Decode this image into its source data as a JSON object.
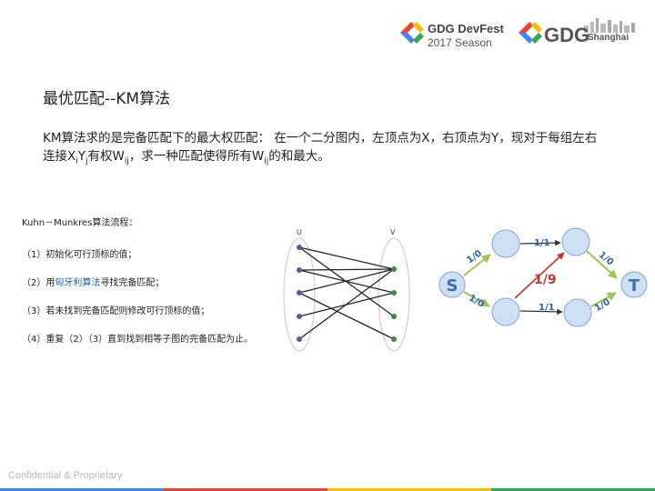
{
  "header": {
    "logo1_line1": "GDG DevFest",
    "logo1_line2": "2017 Season",
    "logo2_main": "GDG",
    "logo2_city": "Shanghai"
  },
  "slide": {
    "title": "最优匹配--KM算法",
    "desc_part1": "KM算法求的是完备匹配下的最大权匹配：  在一个二分图内，左顶点为X，右顶点为Y，现对于每组左右连接",
    "desc_x": "X",
    "desc_i": "i",
    "desc_y": "Y",
    "desc_j": "j",
    "desc_part2": "有权W",
    "desc_ij": "ij",
    "desc_part3": "，求一种匹配使得所有W",
    "desc_ij2": "ij",
    "desc_part4": "的和最大。"
  },
  "steps": {
    "heading": "Kuhn－Munkres算法流程：",
    "s1": "（1）初始化可行顶标的值；",
    "s2_pre": "（2）用",
    "s2_link": "匈牙利算法",
    "s2_post": "寻找完备匹配；",
    "s3": "（3）若未找到完备匹配则修改可行顶标的值；",
    "s4": "（4）重复（2）（3）直到找到相等子图的完备匹配为止。"
  },
  "bipartite": {
    "left_label": "U",
    "right_label": "V",
    "colors": {
      "left_node": "#6a4fa3",
      "right_node": "#3c8a3c",
      "edge": "#222222"
    }
  },
  "flow": {
    "source": "S",
    "sink": "T",
    "edges": {
      "s_to_a": "1/0",
      "a_to_b": "1/1",
      "b_to_t": "1/0",
      "s_to_c": "1/0",
      "c_to_b": "1/9",
      "c_to_d": "1/1",
      "d_to_t": "1/0"
    },
    "colors": {
      "node_fill": "#cfe0f5",
      "node_stroke": "#7fa6d9",
      "source_text": "#3a6fb0",
      "edge": "#9ec74f",
      "edge_highlight": "#c0392b",
      "label": "#2a64a8"
    }
  },
  "footer": {
    "text": "Confidential & Proprietary"
  },
  "colors": {
    "bar": [
      "#4285f4",
      "#ea4335",
      "#fbbc05",
      "#34a853"
    ]
  }
}
